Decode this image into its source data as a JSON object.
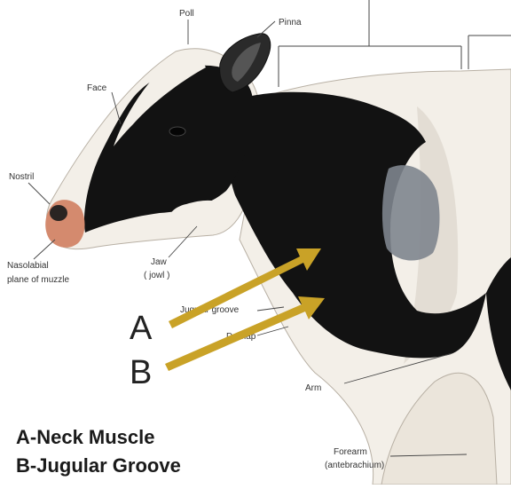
{
  "labels": {
    "poll": "Poll",
    "pinna": "Pinna",
    "face": "Face",
    "nostril": "Nostril",
    "nasolabial_1": "Nasolabial",
    "nasolabial_2": "plane of muzzle",
    "jaw_1": "Jaw",
    "jaw_2": "( jowl )",
    "jugular": "Jugular groove",
    "dewlap": "Dewlap",
    "arm": "Arm",
    "forearm_1": "Forearm",
    "forearm_2": "(antebrachium)"
  },
  "markers": {
    "a": "A",
    "b": "B"
  },
  "legend": {
    "line_a": "A-Neck Muscle",
    "line_b": "B-Jugular Groove"
  },
  "colors": {
    "arrow": "#c9a227",
    "coat_black": "#121212",
    "coat_white": "#f3efe8",
    "muzzle": "#d48a6e"
  }
}
